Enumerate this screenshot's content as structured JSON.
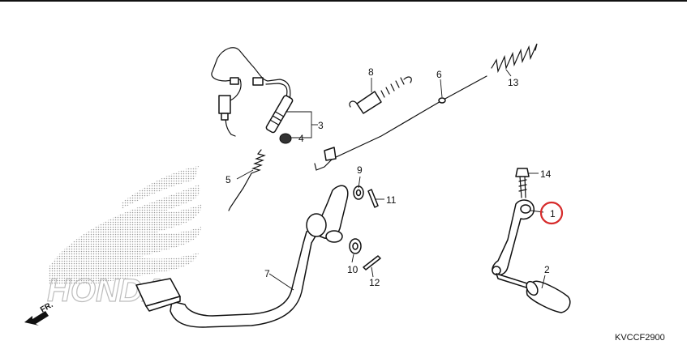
{
  "callouts": [
    {
      "id": "callout-1",
      "text": "1"
    },
    {
      "id": "callout-2",
      "text": "2"
    },
    {
      "id": "callout-3",
      "text": "3"
    },
    {
      "id": "callout-4",
      "text": "4"
    },
    {
      "id": "callout-5",
      "text": "5"
    },
    {
      "id": "callout-6",
      "text": "6"
    },
    {
      "id": "callout-7",
      "text": "7"
    },
    {
      "id": "callout-8",
      "text": "8"
    },
    {
      "id": "callout-9",
      "text": "9"
    },
    {
      "id": "callout-10",
      "text": "10"
    },
    {
      "id": "callout-11",
      "text": "11"
    },
    {
      "id": "callout-12",
      "text": "12"
    },
    {
      "id": "callout-13",
      "text": "13"
    },
    {
      "id": "callout-14",
      "text": "14"
    }
  ],
  "highlight": {
    "callout": "1",
    "color": "#d62b2b"
  },
  "direction_label": "FR.",
  "diagram_code": "KVCCF2900",
  "watermark_text": "HONDA"
}
